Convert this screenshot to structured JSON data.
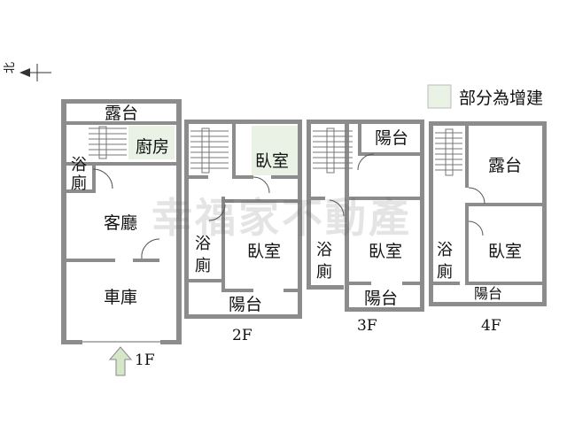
{
  "compass": {
    "north_label": "北"
  },
  "legend": {
    "text": "部分為增建",
    "swatch_color": "#e9f2e4"
  },
  "watermark": "幸福家不動產",
  "entrance_arrow_color": "#d6e7c9",
  "floors": {
    "f1": {
      "label": "1F",
      "rooms": {
        "terrace": "露台",
        "kitchen": "廚房",
        "bath_a": "浴",
        "bath_b": "廁",
        "living": "客廳",
        "garage": "車庫"
      }
    },
    "f2": {
      "label": "2F",
      "rooms": {
        "bedroom_top": "臥室",
        "bath_a": "浴",
        "bath_b": "廁",
        "bedroom_main": "臥室",
        "balcony": "陽台"
      }
    },
    "f3": {
      "label": "3F",
      "rooms": {
        "balcony_top": "陽台",
        "bath_a": "浴",
        "bath_b": "廁",
        "bedroom": "臥室",
        "balcony": "陽台"
      }
    },
    "f4": {
      "label": "4F",
      "rooms": {
        "terrace": "露台",
        "bath_a": "浴",
        "bath_b": "廁",
        "bedroom": "臥室",
        "balcony": "陽台"
      }
    }
  }
}
